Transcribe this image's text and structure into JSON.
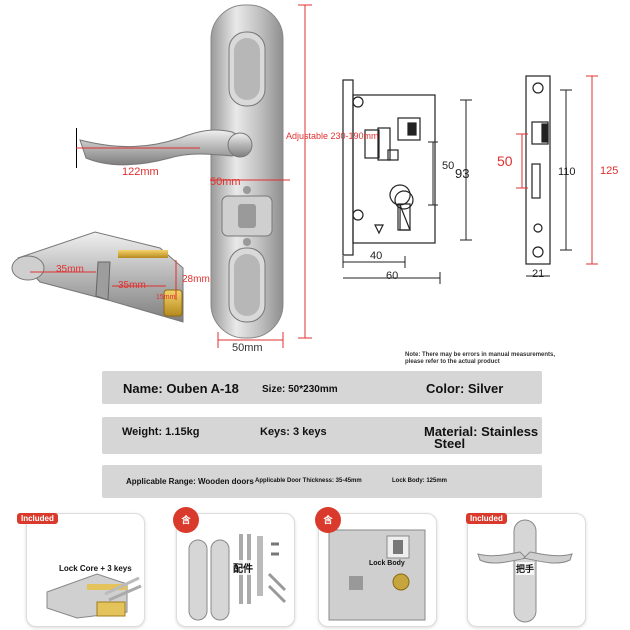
{
  "dimensions": {
    "lever_length": "122mm",
    "plate_width_mid": "50mm",
    "plate_width_bottom": "50mm",
    "adjustable": "Adjustable 230-190mm",
    "cyl_left": "35mm",
    "cyl_right": "35mm",
    "cyl_height": "28mm",
    "cyl_small": "15mm",
    "body_50": "50",
    "body_93": "93",
    "body_40": "40",
    "body_60": "60",
    "strike_50": "50",
    "strike_110": "110",
    "strike_125": "125",
    "strike_21": "21"
  },
  "note": {
    "line1": "Note: There may be errors in manual measurements,",
    "line2": "please refer to the actual product"
  },
  "specs": {
    "name": "Name: Ouben A-18",
    "size": "Size: 50*230mm",
    "color": "Color: Silver",
    "weight": "Weight: 1.15kg",
    "keys": "Keys: 3 keys",
    "material_line1": "Material: Stainless",
    "material_line2": "Steel",
    "range": "Applicable Range: Wooden doors",
    "door_thickness": "Applicable Door Thickness: 35-45mm",
    "lock_body": "Lock Body: 125mm"
  },
  "cards": [
    {
      "badge": "Included",
      "label": "Lock Core + 3 keys"
    },
    {
      "badge": "含",
      "label": "配件"
    },
    {
      "badge": "含",
      "label": "Lock Body"
    },
    {
      "badge": "Included",
      "label": "把手"
    }
  ],
  "colors": {
    "accent": "#e03030",
    "badge": "#d93a2b",
    "bar": "#d6d6d6",
    "steel": "#c9c9c9"
  }
}
